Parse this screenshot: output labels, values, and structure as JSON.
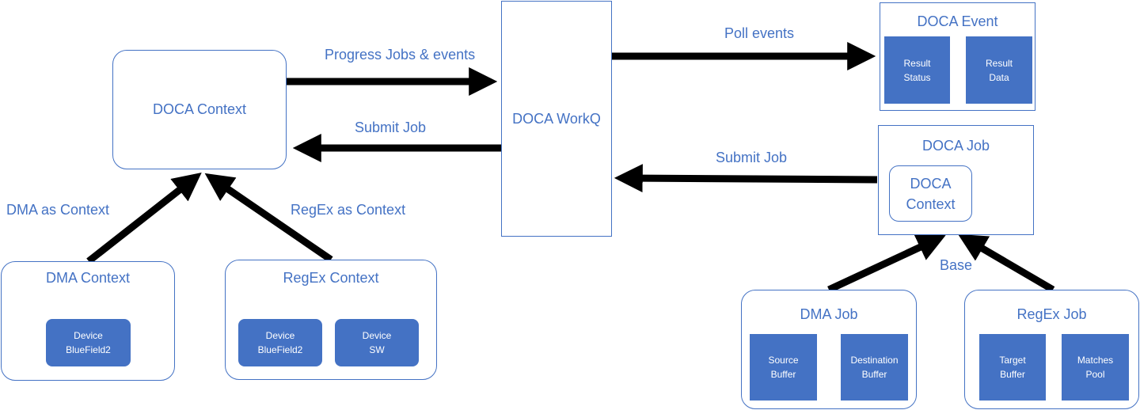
{
  "colors": {
    "accent": "#4472c4",
    "arrow": "#000000"
  },
  "boxes": {
    "doca_context": "DOCA Context",
    "doca_workq": "DOCA WorkQ",
    "doca_event": {
      "title": "DOCA Event",
      "result_status": [
        "Result",
        "Status"
      ],
      "result_data": [
        "Result",
        "Data"
      ]
    },
    "doca_job": {
      "title": "DOCA Job",
      "inner_context": [
        "DOCA",
        "Context"
      ]
    },
    "dma_context": {
      "title": "DMA Context",
      "device": [
        "Device",
        "BlueField2"
      ]
    },
    "regex_context": {
      "title": "RegEx Context",
      "device_bf2": [
        "Device",
        "BlueField2"
      ],
      "device_sw": [
        "Device",
        "SW"
      ]
    },
    "dma_job": {
      "title": "DMA Job",
      "source_buffer": [
        "Source",
        "Buffer"
      ],
      "destination_buffer": [
        "Destination",
        "Buffer"
      ]
    },
    "regex_job": {
      "title": "RegEx Job",
      "target_buffer": [
        "Target",
        "Buffer"
      ],
      "matches_pool": [
        "Matches",
        "Pool"
      ]
    }
  },
  "labels": {
    "progress": "Progress Jobs & events",
    "submit_job_left": "Submit Job",
    "poll_events": "Poll events",
    "submit_job_right": "Submit Job",
    "dma_as_context": "DMA as Context",
    "regex_as_context": "RegEx as Context",
    "base": "Base"
  }
}
